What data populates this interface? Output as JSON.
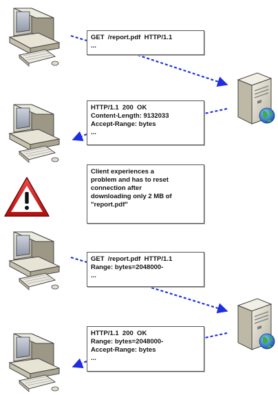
{
  "colors": {
    "arrow": "#1f2fe0",
    "box_border": "#555555",
    "text": "#111111",
    "warning_red": "#d11a1a"
  },
  "icons": {
    "client": "desktop-computer-icon",
    "server": "server-globe-icon",
    "warning": "warning-triangle-icon"
  },
  "messages": [
    {
      "id": "req1",
      "lines": [
        "GET  /report.pdf  HTTP/1.1",
        "..."
      ]
    },
    {
      "id": "resp1",
      "lines": [
        "HTTP/1.1  200  OK",
        "Content-Length: 9132033",
        "Accept-Range: bytes",
        "..."
      ]
    },
    {
      "id": "note",
      "lines": [
        "Client experiences a",
        "problem and has to reset",
        "connection after",
        "downloading only 2 MB of",
        "\"report.pdf\""
      ]
    },
    {
      "id": "req2",
      "lines": [
        "GET  /report.pdf  HTTP/1.1",
        "Range: bytes=2048000-",
        "..."
      ]
    },
    {
      "id": "resp2",
      "lines": [
        "HTTP/1.1  200  OK",
        "Range: bytes=2048000-",
        "Accept-Range: bytes",
        "..."
      ]
    }
  ]
}
